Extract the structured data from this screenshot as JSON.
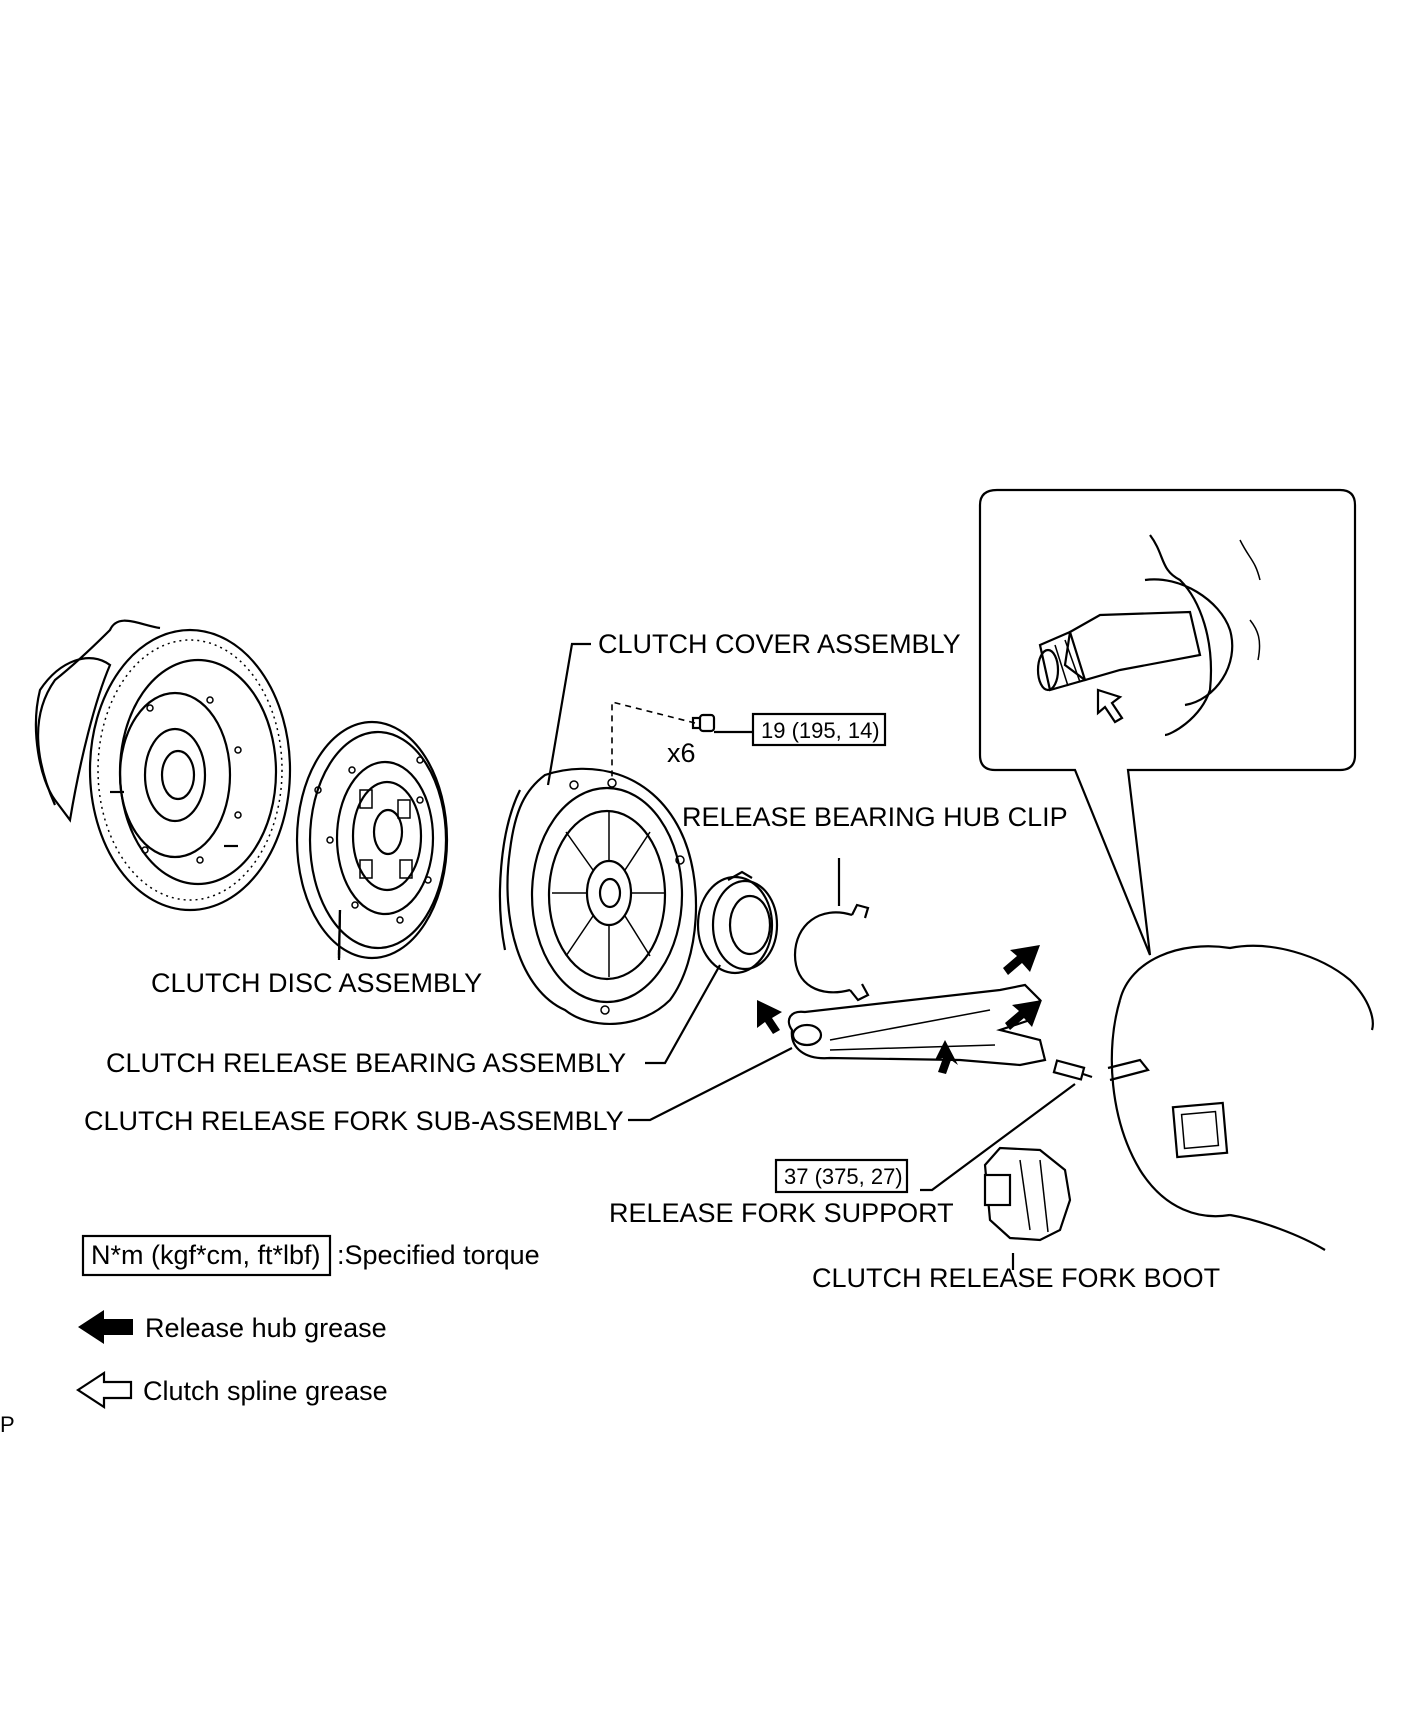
{
  "labels": {
    "clutch_cover_assembly": "CLUTCH COVER ASSEMBLY",
    "release_bearing_hub_clip": "RELEASE BEARING HUB CLIP",
    "clutch_disc_assembly": "CLUTCH DISC ASSEMBLY",
    "clutch_release_bearing_assembly": "CLUTCH RELEASE BEARING ASSEMBLY",
    "clutch_release_fork_sub_assembly": "CLUTCH RELEASE FORK SUB-ASSEMBLY",
    "release_fork_support": "RELEASE FORK SUPPORT",
    "clutch_release_fork_boot": "CLUTCH RELEASE FORK BOOT"
  },
  "torques": {
    "cover_bolt": "19 (195, 14)",
    "cover_bolt_qty": "x6",
    "fork_support": "37 (375, 27)"
  },
  "legend": {
    "torque_box": "N*m (kgf*cm, ft*lbf)",
    "torque_text": ":Specified torque",
    "release_hub_grease": "Release hub grease",
    "clutch_spline_grease": "Clutch spline grease"
  },
  "corner_mark": "P"
}
